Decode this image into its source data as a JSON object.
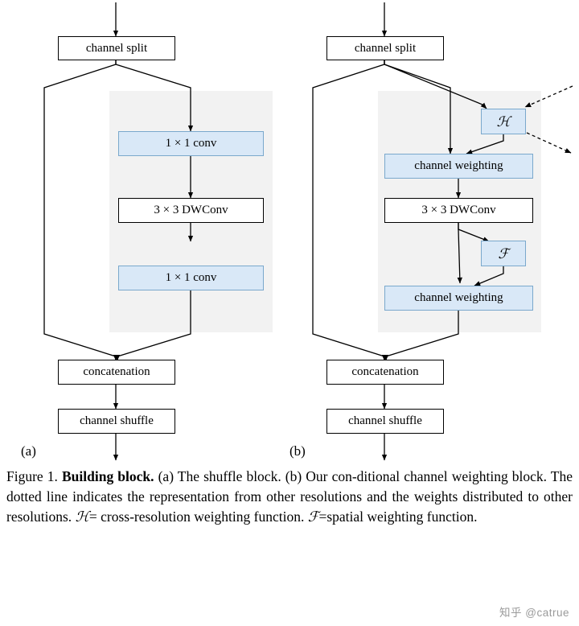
{
  "figure": {
    "panel_a": {
      "label": "(a)",
      "nodes": [
        {
          "id": "a-channel-split",
          "text": "channel split",
          "style": "plain"
        },
        {
          "id": "a-conv1",
          "text": "1 × 1 conv",
          "style": "blue"
        },
        {
          "id": "a-dwconv",
          "text": "3 × 3 DWConv",
          "style": "plain"
        },
        {
          "id": "a-conv2",
          "text": "1 × 1 conv",
          "style": "blue"
        },
        {
          "id": "a-concatenation",
          "text": "concatenation",
          "style": "plain"
        },
        {
          "id": "a-channel-shuffle",
          "text": "channel shuffle",
          "style": "plain"
        }
      ]
    },
    "panel_b": {
      "label": "(b)",
      "nodes": [
        {
          "id": "b-channel-split",
          "text": "channel split",
          "style": "plain"
        },
        {
          "id": "b-h-function",
          "text": "ℋ",
          "style": "math"
        },
        {
          "id": "b-channel-weighting-1",
          "text": "channel weighting",
          "style": "blue"
        },
        {
          "id": "b-dwconv",
          "text": "3 × 3 DWConv",
          "style": "plain"
        },
        {
          "id": "b-f-function",
          "text": "ℱ",
          "style": "math"
        },
        {
          "id": "b-channel-weighting-2",
          "text": "channel weighting",
          "style": "blue"
        },
        {
          "id": "b-concatenation",
          "text": "concatenation",
          "style": "plain"
        },
        {
          "id": "b-channel-shuffle",
          "text": "channel shuffle",
          "style": "plain"
        }
      ]
    }
  },
  "caption": {
    "figure_number": "Figure 1.",
    "title": "Building block.",
    "body_1": "(a) The shuffle block.  (b) Our con-ditional channel weighting block.  The dotted line indicates the representation from other resolutions and the weights distributed to other resolutions.   ",
    "math_h": "ℋ",
    "body_2": "= cross-resolution weighting function. ",
    "math_f": "ℱ",
    "body_3": "=spatial weighting function."
  },
  "watermark": {
    "text": "知乎 @catrue"
  },
  "colors": {
    "blue_fill": "#d9e8f7",
    "blue_border": "#7aa8cc",
    "panel_bg": "#f2f2f2",
    "line": "#000000",
    "watermark": "#9a9a9a"
  }
}
